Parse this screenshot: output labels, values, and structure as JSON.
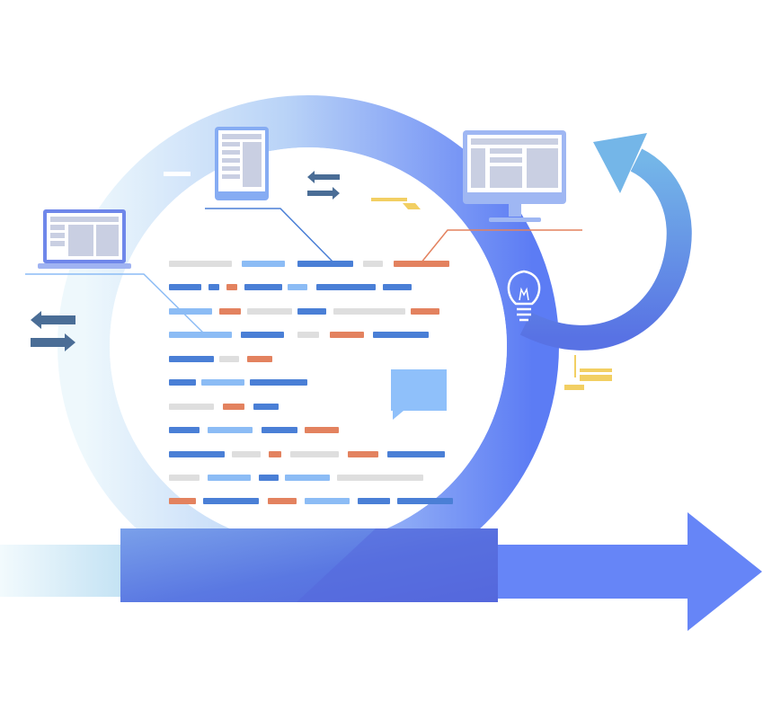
{
  "palette": {
    "blue_dark": "#4a7fd6",
    "blue_light": "#8cbcf5",
    "orange": "#e3825f",
    "gray": "#dedede",
    "arrow_slate": "#4a6d96",
    "yellow": "#f2cf63",
    "ring_start": "#e9f6fb",
    "ring_end": "#5f7ff4",
    "bar_fill": "#5872e4",
    "arrow_fill": "#6685f7",
    "callout": "#8fc0fa"
  },
  "icons": {
    "laptop": "laptop-icon",
    "tablet": "tablet-icon",
    "monitor": "desktop-monitor-icon",
    "lightbulb": "lightbulb-icon",
    "swap_arrows": "swap-arrows-icon",
    "cycle_arrow": "curved-cycle-arrow-icon",
    "progress_arrow": "forward-arrow-icon",
    "speech_bubble": "speech-bubble-icon"
  },
  "code_rows": [
    [
      "gray",
      "blue_light",
      "blue_dark",
      "gray",
      "orange"
    ],
    [
      "blue_dark",
      "blue_dark",
      "orange",
      "blue_dark",
      "blue_light",
      "blue_dark",
      "blue_dark"
    ],
    [
      "blue_light",
      "orange",
      "gray",
      "blue_dark",
      "gray",
      "orange"
    ],
    [
      "blue_light",
      "blue_dark",
      "gray",
      "orange",
      "blue_dark"
    ],
    [
      "blue_dark",
      "gray",
      "orange"
    ],
    [
      "blue_dark",
      "blue_light",
      "blue_dark"
    ],
    [
      "gray",
      "orange",
      "blue_dark"
    ],
    [
      "blue_dark",
      "blue_light",
      "blue_dark",
      "orange"
    ],
    [
      "blue_dark",
      "gray",
      "orange",
      "gray",
      "orange",
      "blue_dark"
    ],
    [
      "gray",
      "blue_light",
      "blue_dark",
      "blue_light",
      "gray"
    ],
    [
      "orange",
      "blue_dark",
      "orange",
      "blue_light",
      "blue_dark",
      "blue_dark"
    ]
  ]
}
